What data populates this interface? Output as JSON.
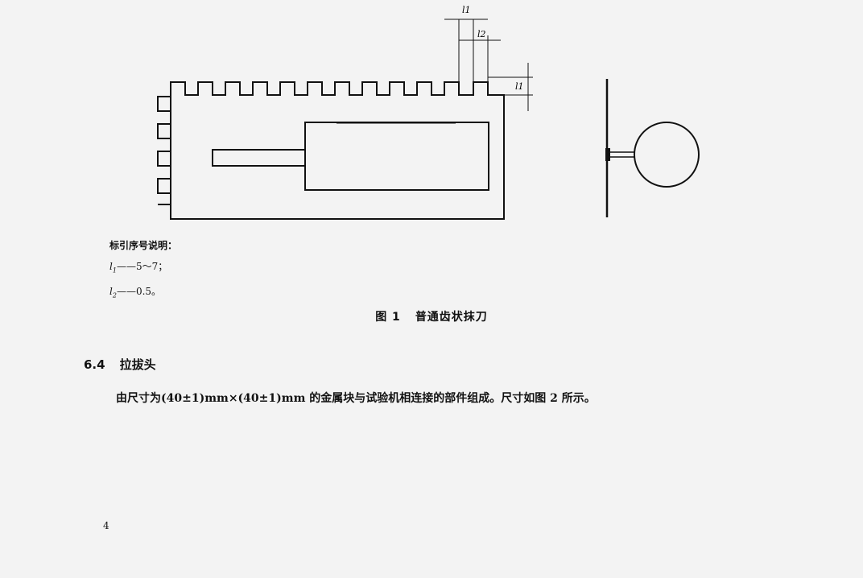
{
  "figure": {
    "dim_labels": {
      "l1_top": "l1",
      "l2_top": "l2",
      "l1_right": "l1"
    }
  },
  "legend": {
    "title": "标引序号说明：",
    "items": [
      {
        "symbol": "l",
        "sub": "1",
        "text": "——5～7；"
      },
      {
        "symbol": "l",
        "sub": "2",
        "text": "——0.5。"
      }
    ]
  },
  "caption": {
    "number": "图 1",
    "title": "普通齿状抹刀"
  },
  "section": {
    "number": "6.4",
    "title": "拉拔头",
    "paragraph": "由尺寸为(40±1)mm×(40±1)mm 的金属块与试验机相连接的部件组成。尺寸如图 2 所示。"
  },
  "page": {
    "number": "4"
  }
}
